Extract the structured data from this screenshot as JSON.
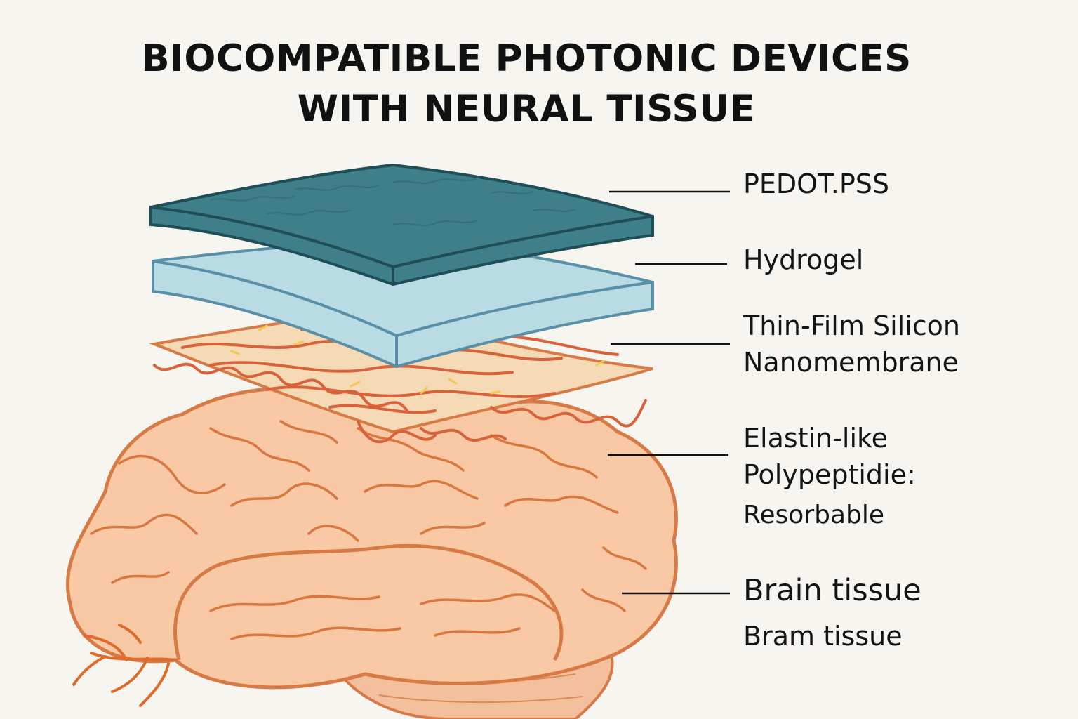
{
  "title": {
    "line1": "BIOCOMPATIBLE PHOTONIC DEVICES",
    "line2": "WITH NEURAL TISSUE"
  },
  "labels": {
    "pedot": "PEDOT.PSS",
    "hydrogel": "Hydrogel",
    "silicon_line1": "Thin-Film Silicon",
    "silicon_line2": "Nanomembrane",
    "elastin_line1": "Elastin-like",
    "elastin_line2": "Polypeptidie:",
    "elastin_line3": "Resorbable",
    "brain_line1": "Brain tissue",
    "brain_line2": "Bram tissue"
  },
  "colors": {
    "background": "#f7f5f0",
    "pedot_layer": "#3f7f8a",
    "hydrogel_layer": "#b9dbe3",
    "elastin_layer": "#f6d9b5",
    "fibers": "#d9623a",
    "brain": "#f9c9a6",
    "brain_outline": "#d77a45",
    "nerves": "#e06a2a"
  }
}
